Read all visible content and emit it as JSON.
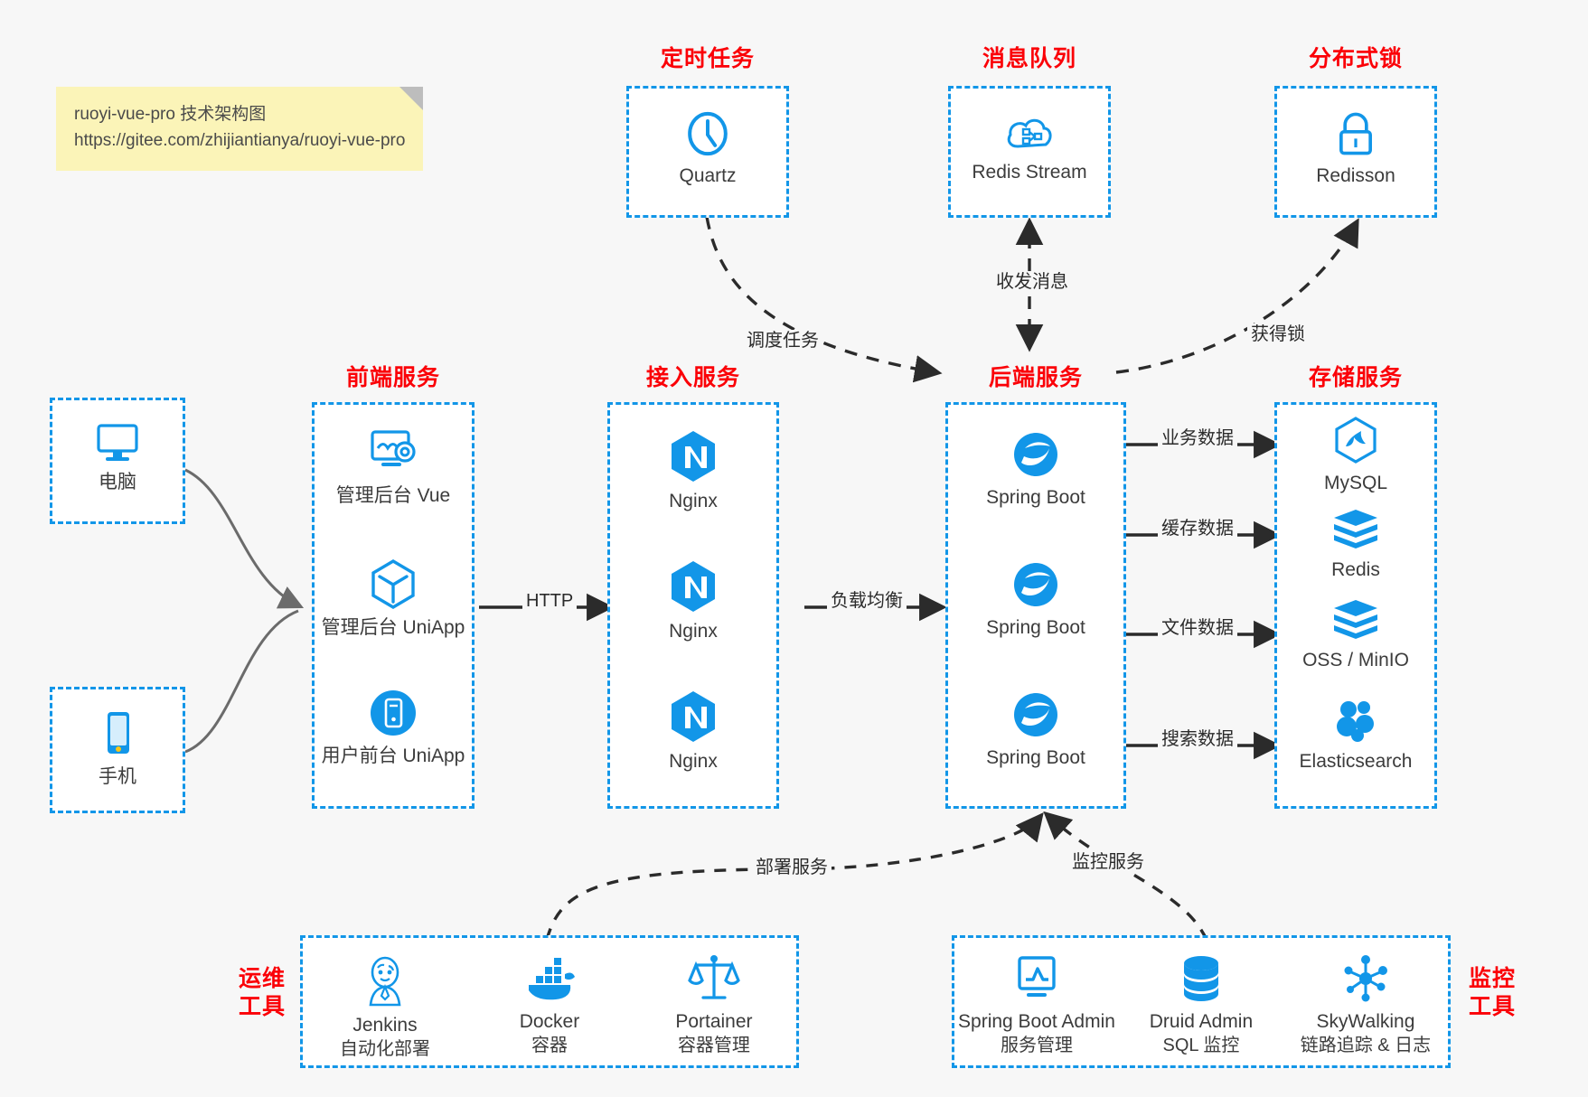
{
  "note": {
    "line1": "ruoyi-vue-pro 技术架构图",
    "line2": "https://gitee.com/zhijiantianya/ruoyi-vue-pro"
  },
  "colors": {
    "accent_blue": "#1296e8",
    "title_red": "#fb0007",
    "background": "#f7f7f7",
    "box_fill": "#ffffff",
    "note_yellow": "#fbf4b8",
    "edge_dark": "#2b2b2b"
  },
  "groups": {
    "scheduled_task": {
      "title": "定时任务",
      "nodes": [
        {
          "label": "Quartz",
          "icon": "clock-icon"
        }
      ]
    },
    "message_queue": {
      "title": "消息队列",
      "nodes": [
        {
          "label": "Redis Stream",
          "icon": "cloud-stream-icon"
        }
      ]
    },
    "distributed_lock": {
      "title": "分布式锁",
      "nodes": [
        {
          "label": "Redisson",
          "icon": "lock-icon"
        }
      ]
    },
    "client_pc": {
      "title": "",
      "nodes": [
        {
          "label": "电脑",
          "icon": "desktop-monitor-icon"
        }
      ]
    },
    "client_mobile": {
      "title": "",
      "nodes": [
        {
          "label": "手机",
          "icon": "smartphone-icon"
        }
      ]
    },
    "frontend": {
      "title": "前端服务",
      "nodes": [
        {
          "label": "管理后台 Vue",
          "icon": "dashboard-gear-icon"
        },
        {
          "label": "管理后台 UniApp",
          "icon": "cube-icon"
        },
        {
          "label": "用户前台 UniApp",
          "icon": "mobile-circle-icon"
        }
      ]
    },
    "gateway": {
      "title": "接入服务",
      "nodes": [
        {
          "label": "Nginx",
          "icon": "nginx-icon"
        },
        {
          "label": "Nginx",
          "icon": "nginx-icon"
        },
        {
          "label": "Nginx",
          "icon": "nginx-icon"
        }
      ]
    },
    "backend": {
      "title": "后端服务",
      "nodes": [
        {
          "label": "Spring Boot",
          "icon": "spring-boot-icon"
        },
        {
          "label": "Spring Boot",
          "icon": "spring-boot-icon"
        },
        {
          "label": "Spring Boot",
          "icon": "spring-boot-icon"
        }
      ]
    },
    "storage": {
      "title": "存储服务",
      "nodes": [
        {
          "label": "MySQL",
          "icon": "mysql-icon"
        },
        {
          "label": "Redis",
          "icon": "redis-icon"
        },
        {
          "label": "OSS / MinIO",
          "icon": "oss-minio-icon"
        },
        {
          "label": "Elasticsearch",
          "icon": "elasticsearch-icon"
        }
      ]
    },
    "devops": {
      "title": "运维\n工具",
      "title_line1": "运维",
      "title_line2": "工具",
      "nodes": [
        {
          "label": "Jenkins",
          "sublabel": "自动化部署",
          "icon": "jenkins-icon"
        },
        {
          "label": "Docker",
          "sublabel": "容器",
          "icon": "docker-icon"
        },
        {
          "label": "Portainer",
          "sublabel": "容器管理",
          "icon": "scales-icon"
        }
      ]
    },
    "monitoring": {
      "title_line1": "监控",
      "title_line2": "工具",
      "nodes": [
        {
          "label": "Spring Boot Admin",
          "sublabel": "服务管理",
          "icon": "monitor-chart-icon"
        },
        {
          "label": "Druid Admin",
          "sublabel": "SQL 监控",
          "icon": "database-icon"
        },
        {
          "label": "SkyWalking",
          "sublabel": "链路追踪 & 日志",
          "icon": "skywalking-icon"
        }
      ]
    }
  },
  "edges": [
    {
      "id": "pc-to-frontend",
      "label": "",
      "style": "solid-curve"
    },
    {
      "id": "mobile-to-frontend",
      "label": "",
      "style": "solid-curve"
    },
    {
      "id": "frontend-to-gateway",
      "label": "HTTP",
      "style": "solid-arrow"
    },
    {
      "id": "gateway-to-backend",
      "label": "负载均衡",
      "style": "solid-arrow"
    },
    {
      "id": "quartz-to-backend",
      "label": "调度任务",
      "style": "dashed-curve-arrow"
    },
    {
      "id": "backend-redis-stream",
      "label": "收发消息",
      "style": "dashed-bidirectional"
    },
    {
      "id": "backend-to-redisson",
      "label": "获得锁",
      "style": "dashed-curve-arrow"
    },
    {
      "id": "backend-to-mysql",
      "label": "业务数据",
      "style": "solid-arrow"
    },
    {
      "id": "backend-to-redis",
      "label": "缓存数据",
      "style": "solid-arrow"
    },
    {
      "id": "backend-to-oss",
      "label": "文件数据",
      "style": "solid-arrow"
    },
    {
      "id": "backend-to-es",
      "label": "搜索数据",
      "style": "solid-arrow"
    },
    {
      "id": "devops-to-backend",
      "label": "部署服务",
      "style": "dashed-curve-arrow"
    },
    {
      "id": "monitoring-to-backend",
      "label": "监控服务",
      "style": "dashed-curve-arrow"
    }
  ]
}
